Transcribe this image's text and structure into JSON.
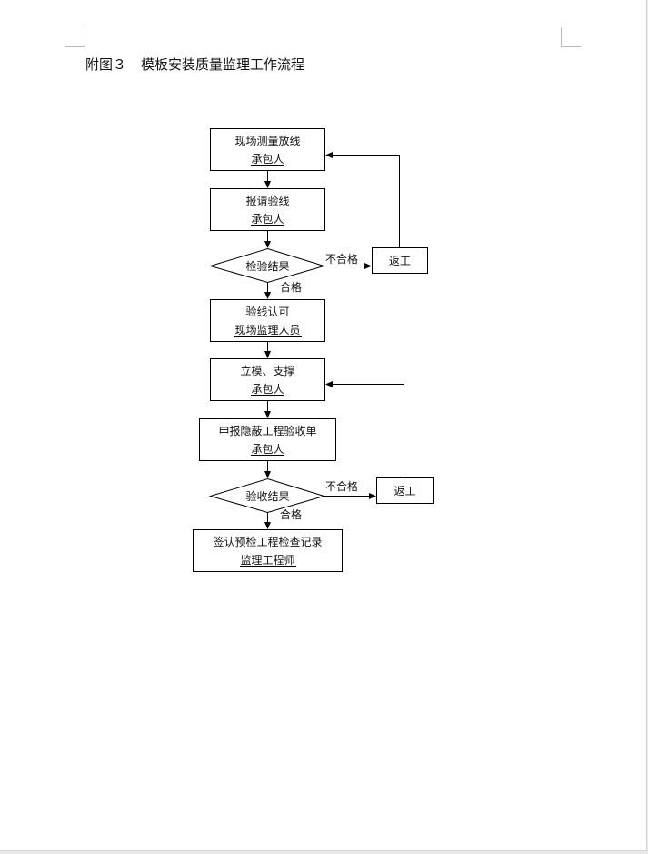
{
  "title": {
    "figure_no": "附图３",
    "text": "模板安装质量监理工作流程"
  },
  "flowchart": {
    "step1": {
      "label": "现场测量放线",
      "role": "承包人"
    },
    "step2": {
      "label": "报请验线",
      "role": "承包人"
    },
    "decision1": {
      "label": "检验结果",
      "fail": "不合格",
      "pass": "合格"
    },
    "rework1": "返工",
    "step3": {
      "label": "验线认可",
      "role": "现场监理人员"
    },
    "step4": {
      "label": "立模、支撑",
      "role": "承包人"
    },
    "step5": {
      "label": "申报隐蔽工程验收单",
      "role": "承包人"
    },
    "decision2": {
      "label": "验收结果",
      "fail": "不合格",
      "pass": "合格"
    },
    "rework2": "返工",
    "step6": {
      "label": "签认预检工程检查记录",
      "role": "监理工程师"
    }
  }
}
